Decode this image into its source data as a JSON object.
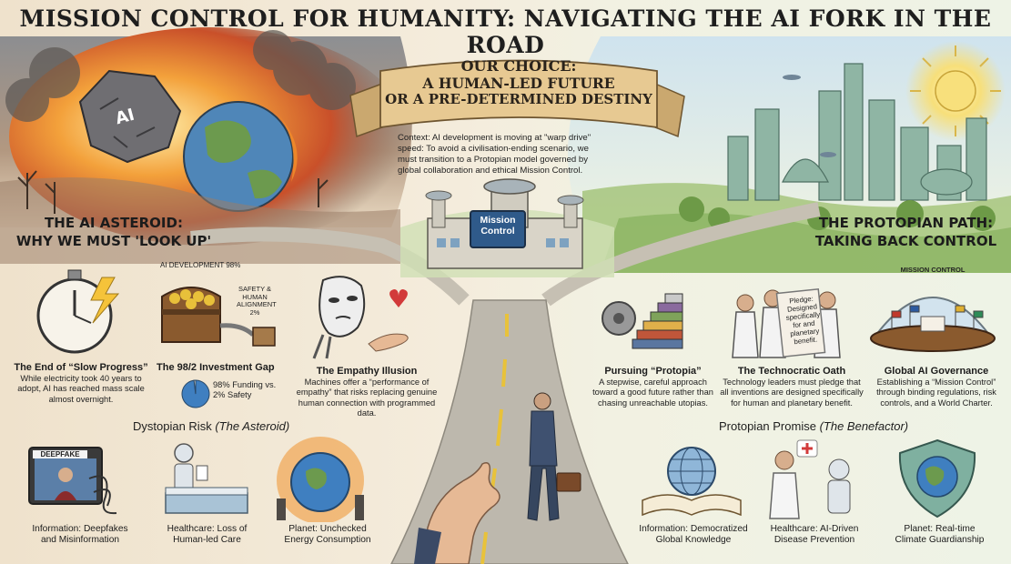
{
  "title": "MISSION CONTROL FOR HUMANITY: NAVIGATING THE AI FORK IN THE ROAD",
  "banner": {
    "line1": "OUR CHOICE:",
    "line2": "A HUMAN-LED FUTURE",
    "line3": "OR A PRE-DETERMINED DESTINY"
  },
  "context": "Context: AI development is moving at \"warp drive\" speed: To avoid a civilisation-ending scenario, we must transition to a Protopian model governed by global collaboration and ethical Mission Control.",
  "asteroid_label": "AI",
  "mission_sign": {
    "line1": "Mission",
    "line2": "Control"
  },
  "left_section": {
    "line1": "THE AI ASTEROID:",
    "line2": "WHY WE MUST 'LOOK UP'"
  },
  "right_section": {
    "line1": "THE PROTOPIAN PATH:",
    "line2": "TAKING BACK CONTROL"
  },
  "left_items": [
    {
      "title": "The End of “Slow Progress”",
      "desc": "While electricity took 40 years to adopt, AI has reached mass scale almost overnight."
    },
    {
      "title": "The 98/2 Investment Gap",
      "desc": "98% Funding vs. 2% Safety"
    },
    {
      "title": "The Empathy Illusion",
      "desc": "Machines offer a “performance of empathy” that risks replacing genuine human connection with programmed data."
    }
  ],
  "chest_labels": {
    "top": "AI DEVELOPMENT 98%",
    "side_l1": "SAFETY &",
    "side_l2": "HUMAN",
    "side_l3": "ALIGNMENT",
    "side_l4": "2%"
  },
  "right_items": [
    {
      "title": "Pursuing “Protopia”",
      "desc": "A stepwise, careful approach toward a good future rather than chasing unreachable utopias."
    },
    {
      "title": "The Technocratic Oath",
      "desc": "Technology leaders must pledge that all inventions are designed specifically for human and planetary benefit."
    },
    {
      "title": "Global AI Governance",
      "desc": "Establishing a “Mission Control” through binding regulations, risk controls, and a World Charter."
    }
  ],
  "pledge_text": {
    "l1": "Pledge:",
    "l2": "Designed",
    "l3": "specifically",
    "l4": "for and",
    "l5": "planetary",
    "l6": "benefit."
  },
  "mc_dome_label": "MISSION CONTROL",
  "dystopian_heading": {
    "main": "Dystopian Risk",
    "sub": "(The Asteroid)"
  },
  "protopian_heading": {
    "main": "Protopian Promise",
    "sub": "(The Benefactor)"
  },
  "deepfake_label": "DEEPFAKE",
  "bottom_left": [
    {
      "l1": "Information: Deepfakes",
      "l2": "and Misinformation"
    },
    {
      "l1": "Healthcare: Loss of",
      "l2": "Human-led Care"
    },
    {
      "l1": "Planet: Unchecked",
      "l2": "Energy Consumption"
    }
  ],
  "bottom_right": [
    {
      "l1": "Information: Democratized",
      "l2": "Global Knowledge"
    },
    {
      "l1": "Healthcare: AI-Driven",
      "l2": "Disease Prevention"
    },
    {
      "l1": "Planet: Real-time",
      "l2": "Climate Guardianship"
    }
  ],
  "chart_data": {
    "type": "pie",
    "categories": [
      "Funding",
      "Safety"
    ],
    "values": [
      98,
      2
    ]
  },
  "colors": {
    "fire": "#e0742a",
    "sky": "#bcd7e6",
    "grass": "#9cbf6e",
    "road": "#b9b6ad",
    "banner": "#e7c992",
    "globe_blue": "#3f7fc0"
  }
}
